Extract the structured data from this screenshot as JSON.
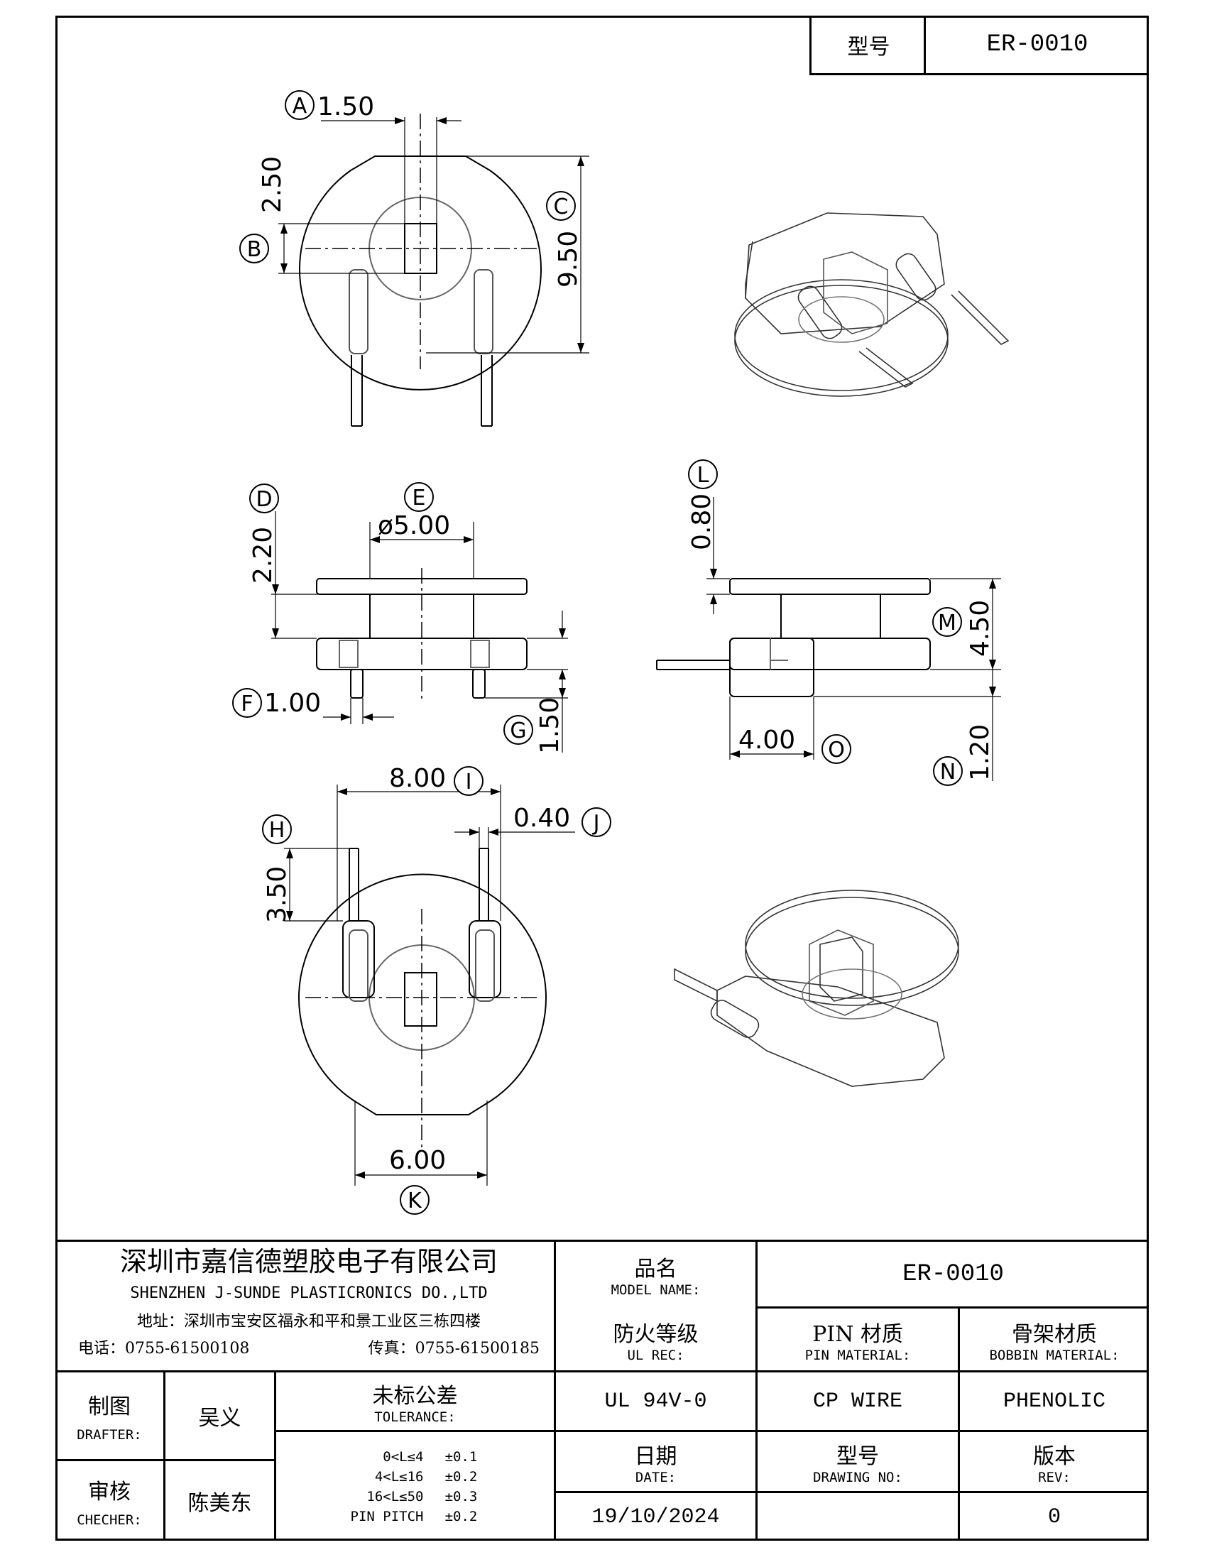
{
  "header": {
    "model_label": "型号",
    "model_value": "ER-0010"
  },
  "dimensions": {
    "A": {
      "letter": "A",
      "value": "1.50"
    },
    "B": {
      "letter": "B",
      "value": "2.50"
    },
    "C": {
      "letter": "C",
      "value": "9.50"
    },
    "D": {
      "letter": "D",
      "value": "2.20"
    },
    "E": {
      "letter": "E",
      "value": "ø5.00"
    },
    "F": {
      "letter": "F",
      "value": "1.00"
    },
    "G": {
      "letter": "G",
      "value": "1.50"
    },
    "H": {
      "letter": "H",
      "value": "3.50"
    },
    "I": {
      "letter": "I",
      "value": "8.00"
    },
    "J": {
      "letter": "J",
      "value": "0.40"
    },
    "K": {
      "letter": "K",
      "value": "6.00"
    },
    "L": {
      "letter": "L",
      "value": "0.80"
    },
    "M": {
      "letter": "M",
      "value": "4.50"
    },
    "N": {
      "letter": "N",
      "value": "1.20"
    },
    "O": {
      "letter": "O",
      "value": "4.00"
    }
  },
  "title_block": {
    "company_cn": "深圳市嘉信德塑胶电子有限公司",
    "company_en": "SHENZHEN J-SUNDE PLASTICRONICS DO.,LTD",
    "address": "地址：深圳市宝安区福永和平和景工业区三栋四楼",
    "phone": "电话：0755-61500108",
    "fax": "传真：0755-61500185",
    "model_name_cn": "品名",
    "model_name_en": "MODEL NAME:",
    "model_name_value": "ER-0010",
    "ul_cn": "防火等级",
    "ul_en": "UL REC:",
    "ul_value": "UL 94V-0",
    "pin_cn": "PIN 材质",
    "pin_en": "PIN MATERIAL:",
    "pin_value": "CP WIRE",
    "bobbin_cn": "骨架材质",
    "bobbin_en": "BOBBIN MATERIAL:",
    "bobbin_value": "PHENOLIC",
    "drafter_cn": "制图",
    "drafter_en": "DRAFTER:",
    "drafter_value": "吴义",
    "checker_cn": "审核",
    "checker_en": "CHECHER:",
    "checker_value": "陈美东",
    "tolerance_cn": "未标公差",
    "tolerance_en": "TOLERANCE:",
    "tolerances": [
      {
        "range": "0<L≤4",
        "value": "±0.1"
      },
      {
        "range": "4<L≤16",
        "value": "±0.2"
      },
      {
        "range": "16<L≤50",
        "value": "±0.3"
      },
      {
        "range": "PIN PITCH",
        "value": "±0.2"
      }
    ],
    "date_cn": "日期",
    "date_en": "DATE:",
    "date_value": "19/10/2024",
    "drawing_cn": "型号",
    "drawing_en": "DRAWING NO:",
    "drawing_value": "",
    "rev_cn": "版本",
    "rev_en": "REV:",
    "rev_value": "0"
  }
}
